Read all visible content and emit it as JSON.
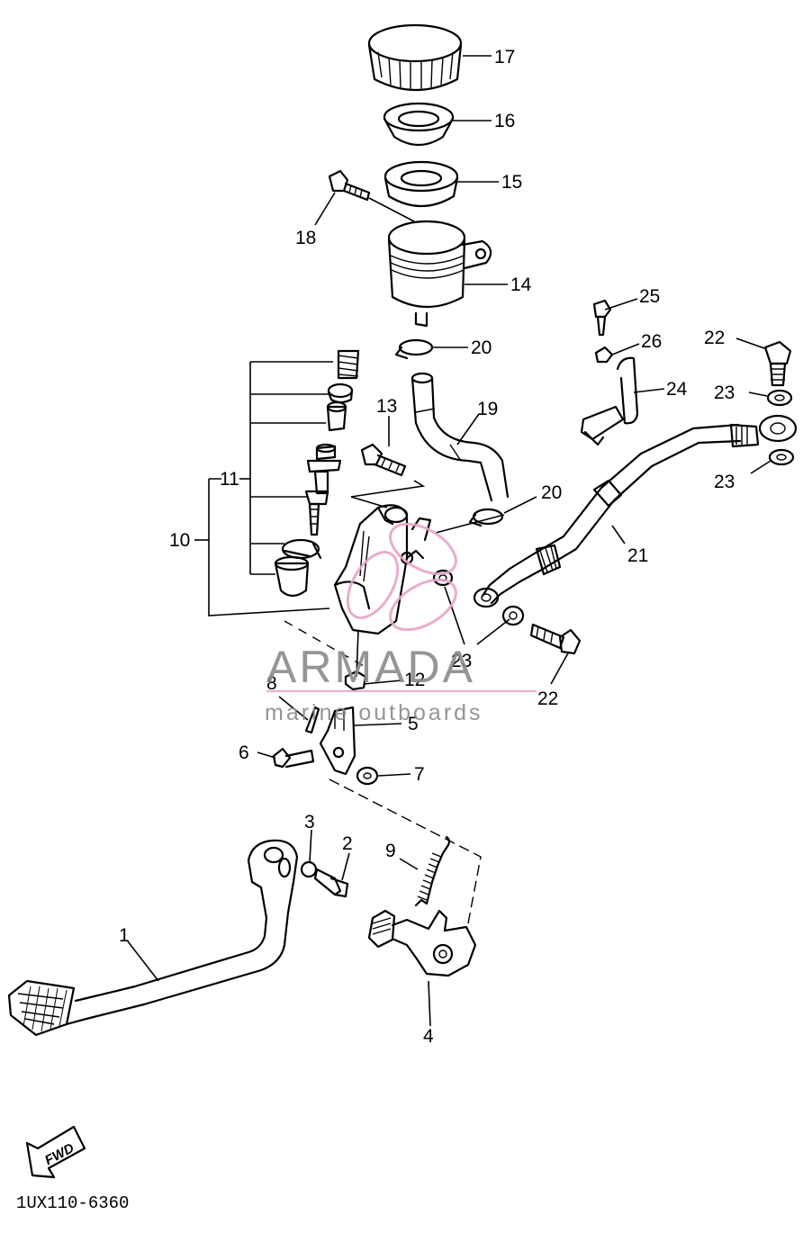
{
  "diagram": {
    "code": "1UX110-6360",
    "fwd_label": "FWD",
    "callouts": [
      "1",
      "2",
      "3",
      "4",
      "5",
      "6",
      "7",
      "8",
      "9",
      "10",
      "11",
      "12",
      "13",
      "14",
      "15",
      "16",
      "17",
      "18",
      "19",
      "20",
      "20",
      "21",
      "22",
      "22",
      "23",
      "23",
      "23",
      "24",
      "25",
      "26"
    ]
  },
  "watermark": {
    "name": "ARMADA",
    "tagline": "marine outboards",
    "color": "#e8a4c8"
  }
}
